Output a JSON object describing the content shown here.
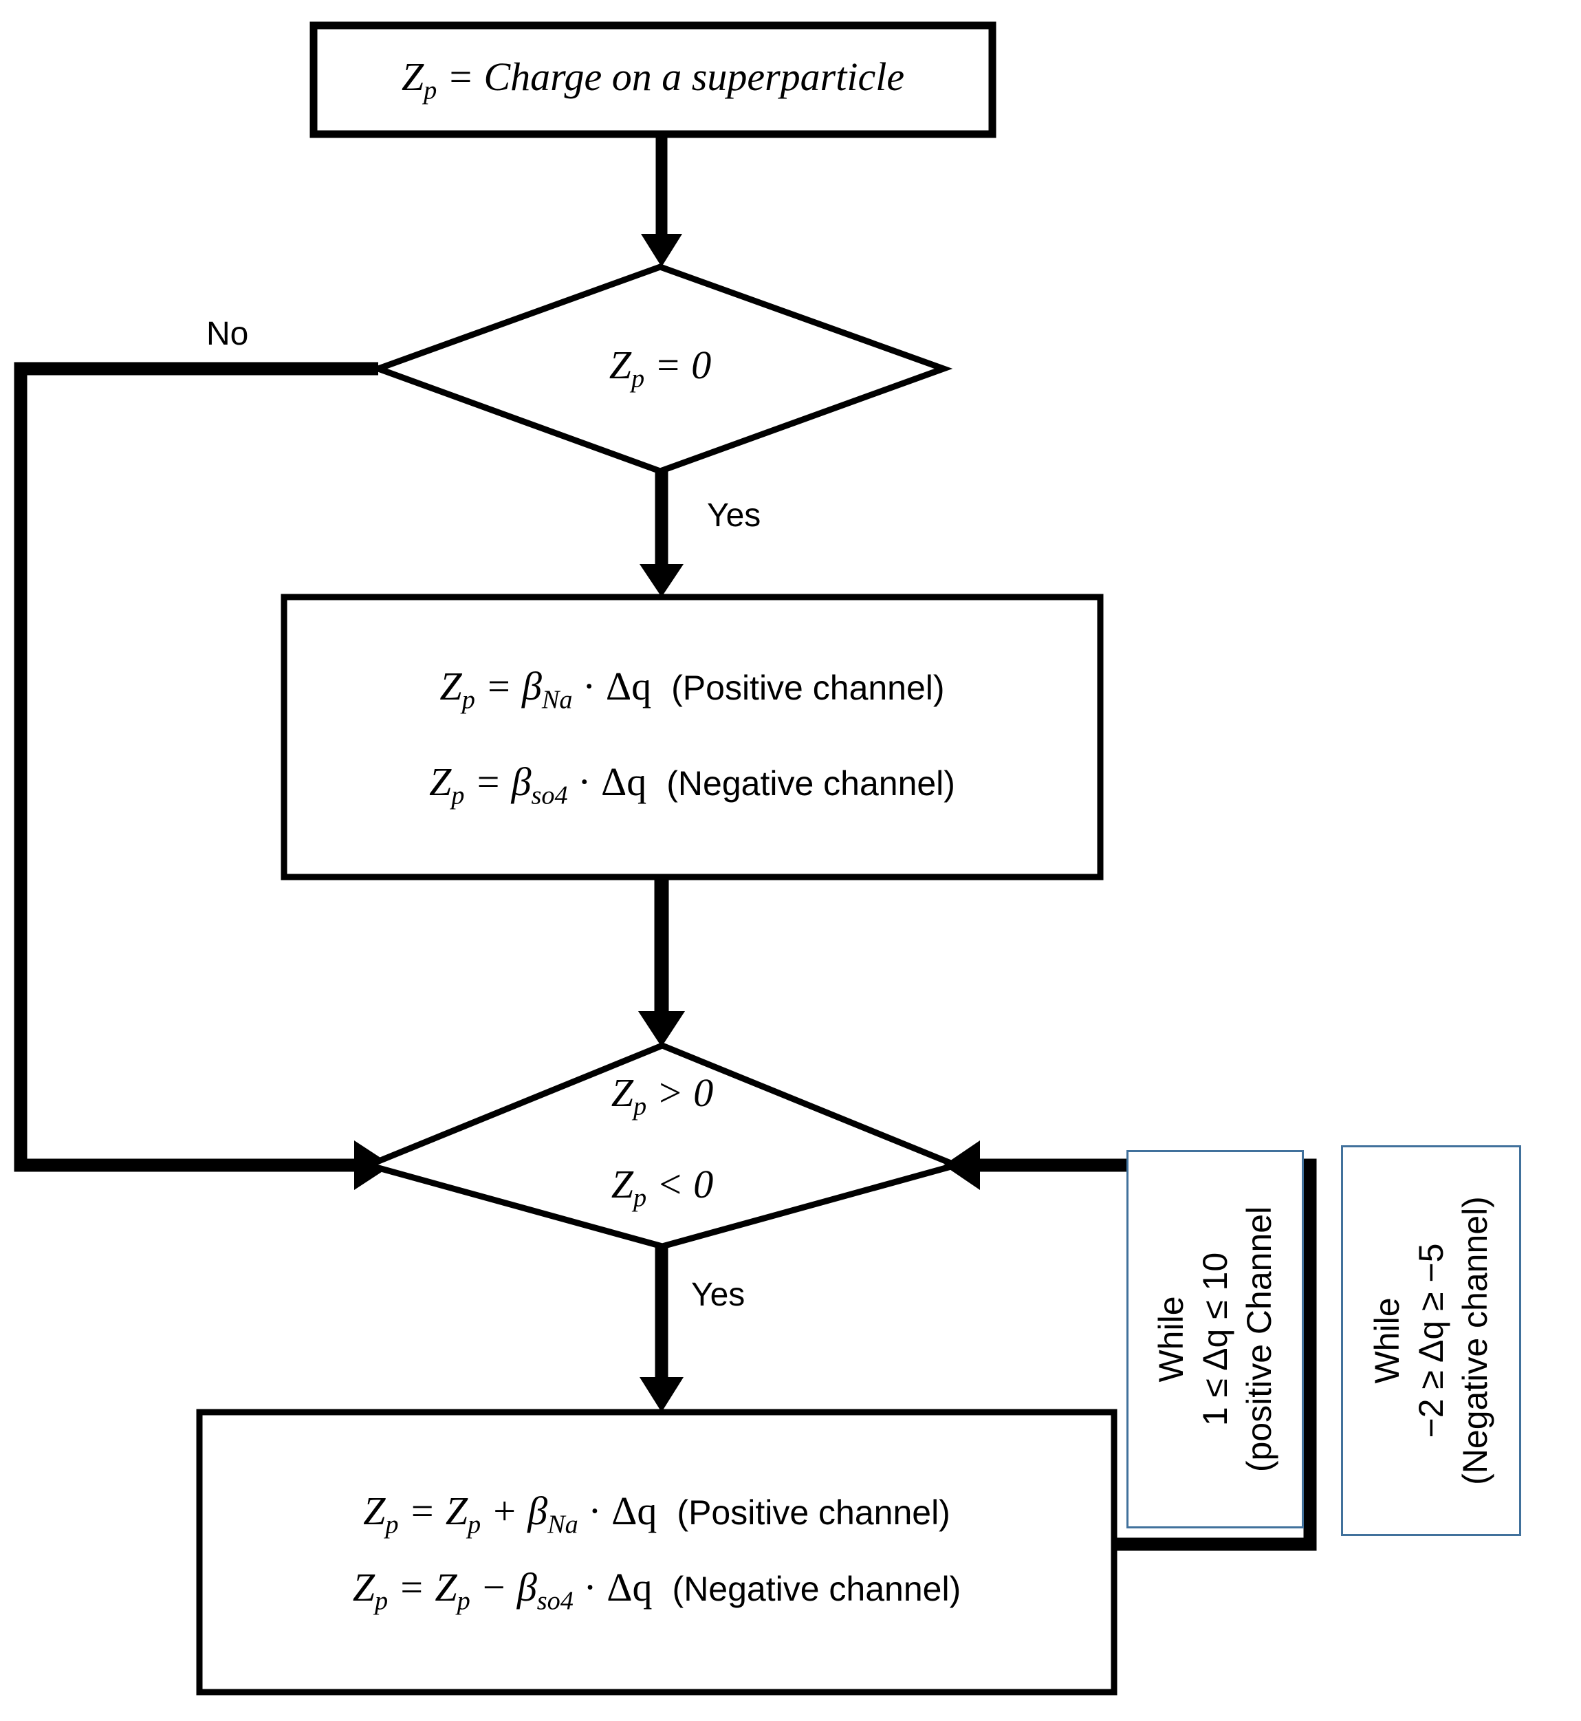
{
  "diagram": {
    "title": "Superparticle charge assignment flowchart",
    "colors": {
      "stroke": "#000000",
      "background": "#ffffff",
      "while_box_border": "#41719c"
    },
    "nodes": {
      "start_box": {
        "type": "process",
        "text_prefix": "Z",
        "text_sub": "p",
        "text_body": " = Charge on a superparticle"
      },
      "decision_zero": {
        "type": "decision",
        "condition_var": "Z",
        "condition_sub": "p",
        "condition_op": " = 0"
      },
      "assign_box": {
        "type": "process",
        "line1": {
          "lhs_var": "Z",
          "lhs_sub": "p",
          "eq": " =  ",
          "beta": "β",
          "beta_sub": "Na",
          "dot_dq": " · Δq",
          "channel": "(Positive channel)"
        },
        "line2": {
          "lhs_var": "Z",
          "lhs_sub": "p",
          "eq": " =  ",
          "beta": "β",
          "beta_sub": "so4",
          "dot_dq": " · Δq",
          "channel": "(Negative channel)"
        }
      },
      "decision_sign": {
        "type": "decision",
        "line1_var": "Z",
        "line1_sub": "p",
        "line1_op": " > 0",
        "line2_var": "Z",
        "line2_sub": "p",
        "line2_op": " < 0"
      },
      "update_box": {
        "type": "process",
        "line1": {
          "lhs_var": "Z",
          "lhs_sub": "p",
          "eq": " = ",
          "rhs_var": "Z",
          "rhs_sub": "p",
          "plus": " + ",
          "beta": "β",
          "beta_sub": "Na",
          "dot_dq": " · Δq",
          "channel": "(Positive channel)"
        },
        "line2": {
          "lhs_var": "Z",
          "lhs_sub": "p",
          "eq": " = ",
          "rhs_var": "Z",
          "rhs_sub": "p",
          "plus": " − ",
          "beta": "β",
          "beta_sub": "so4",
          "dot_dq": " · Δq",
          "channel": "(Negative channel)"
        }
      },
      "while_positive": {
        "type": "note",
        "line1": "While",
        "line2": "1 ≤ Δq ≤ 10",
        "line3": "(positive Channel"
      },
      "while_negative": {
        "type": "note",
        "line1": "While",
        "line2": "−2 ≥ Δq ≥ −5",
        "line3": "(Negative channel)"
      }
    },
    "edge_labels": {
      "no_branch": "No",
      "yes_branch_zero": "Yes",
      "yes_branch_sign": "Yes"
    }
  }
}
